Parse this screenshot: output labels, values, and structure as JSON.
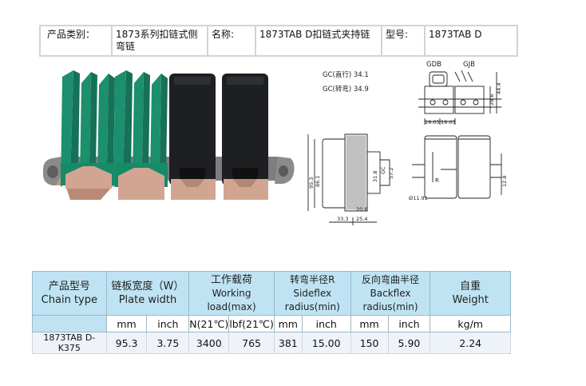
{
  "info": {
    "category_label": "产品类别：",
    "category_value": "1873系列扣链式侧弯链",
    "name_label": "名称:",
    "name_value": "1873TAB D扣链式夹持链",
    "model_label": "型号:",
    "model_value": "1873TAB D"
  },
  "drawing": {
    "gc_straight": "GC(直行) 34.1",
    "gc_turn": "GC(转弯) 34.9",
    "gdb": "GDB",
    "gjb": "GJB",
    "d_19a": "19.05",
    "d_19b": "19.05",
    "d_286": "28.6",
    "d_444": "44.4",
    "d_953": "95.3",
    "d_861": "86.1",
    "d_318": "31.8",
    "d_gc": "GC",
    "d_572": "57.2",
    "d_206": "20.6",
    "d_333": "33.3",
    "d_254": "25.4",
    "d_r": "R",
    "d_1191": "Ø11.91",
    "d_128": "12.8"
  },
  "spec": {
    "headers": {
      "model_cn": "产品型号",
      "model_en": "Chain type",
      "width_cn": "链板宽度（W）",
      "width_en": "Plate width",
      "load_cn": "工作载荷",
      "load_en": "Working load(max)",
      "side_cn": "转弯半径R",
      "side_en": "Sideflex radius(min)",
      "back_cn": "反向弯曲半径",
      "back_en": "Backflex radius(min)",
      "weight_cn": "自重",
      "weight_en": "Weight"
    },
    "units": [
      "mm",
      "inch",
      "N(21℃)",
      "lbf(21℃)",
      "mm",
      "inch",
      "mm",
      "inch",
      "kg/m"
    ],
    "row": {
      "model": "1873TAB D-K375",
      "width_mm": "95.3",
      "width_inch": "3.75",
      "load_n": "3400",
      "load_lbf": "765",
      "side_mm": "381",
      "side_inch": "15.00",
      "back_mm": "150",
      "back_inch": "5.90",
      "weight": "2.24"
    }
  }
}
